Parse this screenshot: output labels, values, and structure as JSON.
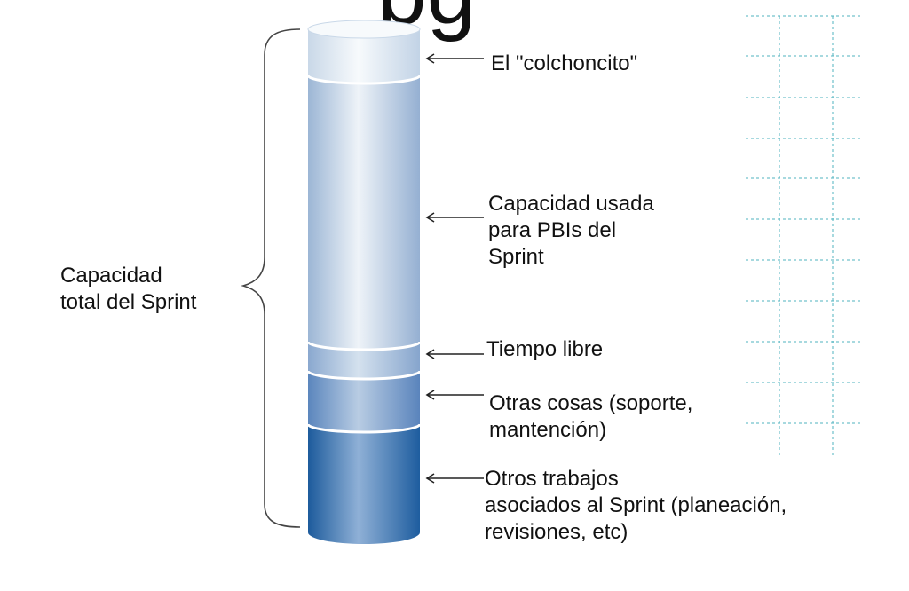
{
  "title_fragment": "pg",
  "total_label": "Capacidad\ntotal del Sprint",
  "segments": [
    {
      "id": "cushion",
      "label": "El \"colchoncito\"",
      "color": "#dfe8f1"
    },
    {
      "id": "used",
      "label": "Capacidad usada\npara PBIs del\nSprint",
      "color": "#b5c8df"
    },
    {
      "id": "free",
      "label": "Tiempo libre",
      "color": "#a3bbd8"
    },
    {
      "id": "other",
      "label": "Otras cosas (soporte,\nmantención)",
      "color": "#7b9ec8"
    },
    {
      "id": "sprint-work",
      "label": "Otros trabajos\nasociados al Sprint (planeación,\nrevisiones, etc)",
      "color": "#2e6aa8"
    }
  ],
  "grid_color": "#4fb3bf"
}
